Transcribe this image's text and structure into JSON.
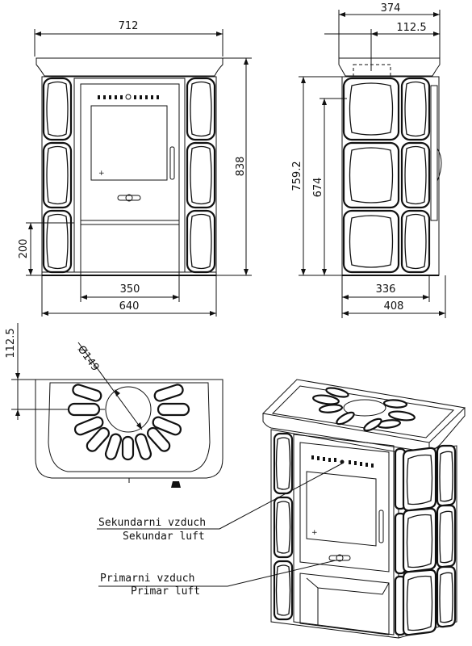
{
  "front_view": {
    "dim_width_top": "712",
    "dim_height": "838",
    "dim_ashpit": "200",
    "dim_door_width": "350",
    "dim_base_width": "640"
  },
  "side_view": {
    "dim_depth_top": "374",
    "dim_flue_offset": "112.5",
    "dim_height_total": "759.2",
    "dim_height_tiles": "674",
    "dim_depth_inner": "336",
    "dim_depth_base": "408"
  },
  "top_view": {
    "dim_flue_offset": "112.5",
    "dim_flue_diameter": "Ø149"
  },
  "iso_view": {
    "secondary_air_cz": "Sekundarni vzduch",
    "secondary_air_de": "Sekundar luft",
    "primary_air_cz": "Primarni vzduch",
    "primary_air_de": "Primar luft"
  }
}
